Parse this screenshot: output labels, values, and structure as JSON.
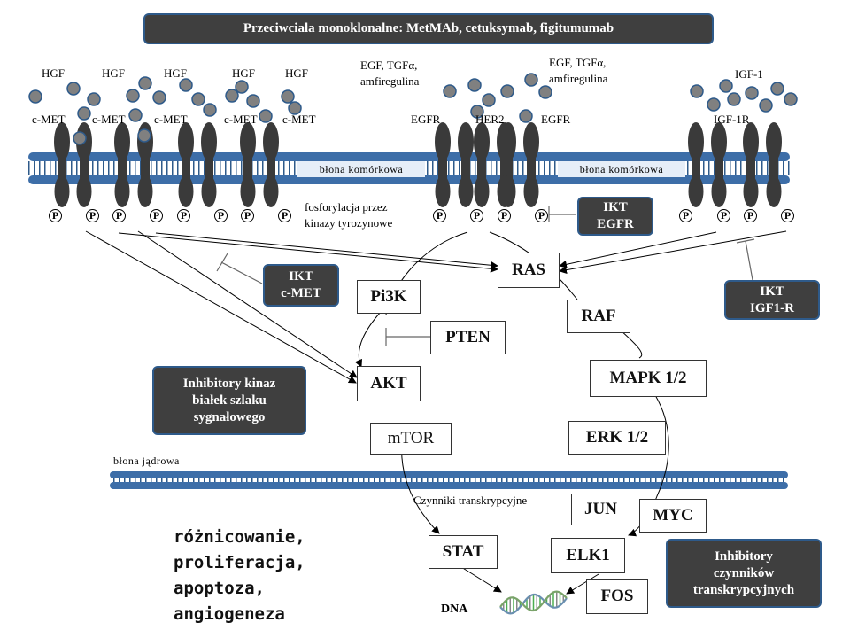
{
  "title_banner": "Przeciwciała monoklonalne: MetMAb, cetuksymab, figitumumab",
  "ligands": {
    "hgf": "HGF",
    "egf_family_line1": "EGF, TGFα,",
    "egf_family_line2": "amfiregulina",
    "igf1": "IGF-1"
  },
  "receptors": {
    "cmet": "c-MET",
    "egfr": "EGFR",
    "her2": "HER2",
    "igf1r": "IGF-1R"
  },
  "cell_membrane": "błona komórkowa",
  "nuclear_membrane": "błona jądrowa",
  "phospho": "P",
  "phosphorylation_note_line1": "fosforylacja przez",
  "phosphorylation_note_line2": "kinazy tyrozynowe",
  "inhibitors": {
    "ikt_egfr_line1": "IKT",
    "ikt_egfr_line2": "EGFR",
    "ikt_cmet_line1": "IKT",
    "ikt_cmet_line2": "c-MET",
    "ikt_igf1r_line1": "IKT",
    "ikt_igf1r_line2": "IGF1-R",
    "kinase_inhibitors_line1": "Inhibitory kinaz",
    "kinase_inhibitors_line2": "białek szlaku",
    "kinase_inhibitors_line3": "sygnałowego",
    "tf_inhibitors_line1": "Inhibitory",
    "tf_inhibitors_line2": "czynników",
    "tf_inhibitors_line3": "transkrypcyjnych"
  },
  "nodes": {
    "ras": "RAS",
    "pi3k": "Pi3K",
    "pten": "PTEN",
    "raf": "RAF",
    "akt": "AKT",
    "mapk": "MAPK 1/2",
    "mtor": "mTOR",
    "erk": "ERK 1/2",
    "jun": "JUN",
    "myc": "MYC",
    "stat": "STAT",
    "elk1": "ELK1",
    "fos": "FOS"
  },
  "transcription_factors_label": "Czynniki transkrypcyjne",
  "dna_label": "DNA",
  "outcomes": {
    "line1": "różnicowanie,",
    "line2": "proliferacja,",
    "line3": "apoptoza,",
    "line4": "angiogeneza"
  },
  "colors": {
    "membrane": "#2e5a8a",
    "dark_box": "#3f3f3f",
    "receptor": "#3a3a3a",
    "ligand": "#808080"
  }
}
